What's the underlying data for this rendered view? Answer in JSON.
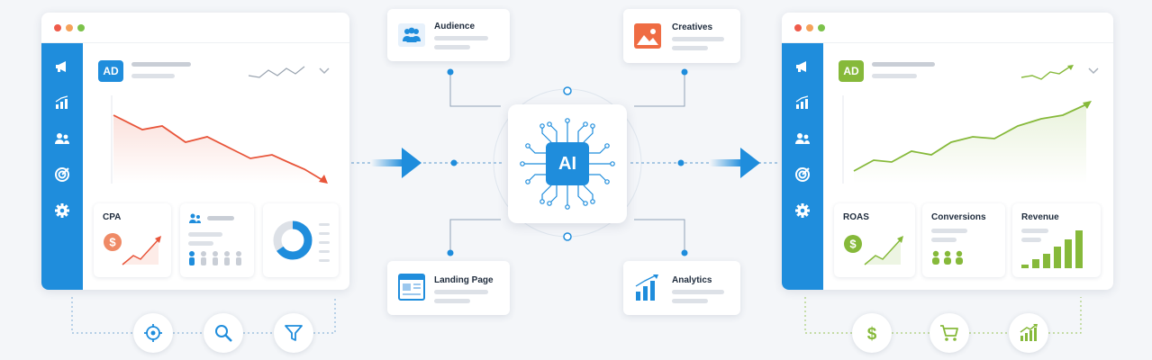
{
  "colors": {
    "brand_blue": "#1f8ddc",
    "decline_red": "#e8553a",
    "growth_green": "#86b93a",
    "background": "#f4f6f9"
  },
  "ai_hub": {
    "label": "AI",
    "icon": "chip-icon"
  },
  "before_dashboard": {
    "badge": "AD",
    "trend": "down",
    "sidebar_icons": [
      "megaphone-icon",
      "bar-chart-icon",
      "users-icon",
      "target-icon",
      "gear-icon"
    ],
    "cards": {
      "cpa": {
        "label": "CPA",
        "icon": "dollar-icon"
      },
      "audience": {
        "icon": "users-icon"
      },
      "donut": {
        "icon": "donut-chart-icon"
      }
    },
    "bottom_tools": [
      "crosshair-icon",
      "search-icon",
      "filter-icon"
    ]
  },
  "after_dashboard": {
    "badge": "AD",
    "trend": "up",
    "sidebar_icons": [
      "megaphone-icon",
      "bar-chart-icon",
      "users-icon",
      "target-icon",
      "gear-icon"
    ],
    "cards": {
      "roas": {
        "label": "ROAS",
        "icon": "dollar-icon"
      },
      "conversions": {
        "label": "Conversions",
        "icon": "users-icon"
      },
      "revenue": {
        "label": "Revenue",
        "icon": "bar-chart-icon"
      }
    },
    "bottom_tools": [
      "dollar-icon",
      "cart-icon",
      "growth-chart-icon"
    ]
  },
  "nodes": {
    "audience": {
      "label": "Audience",
      "icon": "users-icon"
    },
    "creatives": {
      "label": "Creatives",
      "icon": "image-icon"
    },
    "landing_page": {
      "label": "Landing Page",
      "icon": "webpage-icon"
    },
    "analytics": {
      "label": "Analytics",
      "icon": "bar-chart-icon"
    }
  }
}
